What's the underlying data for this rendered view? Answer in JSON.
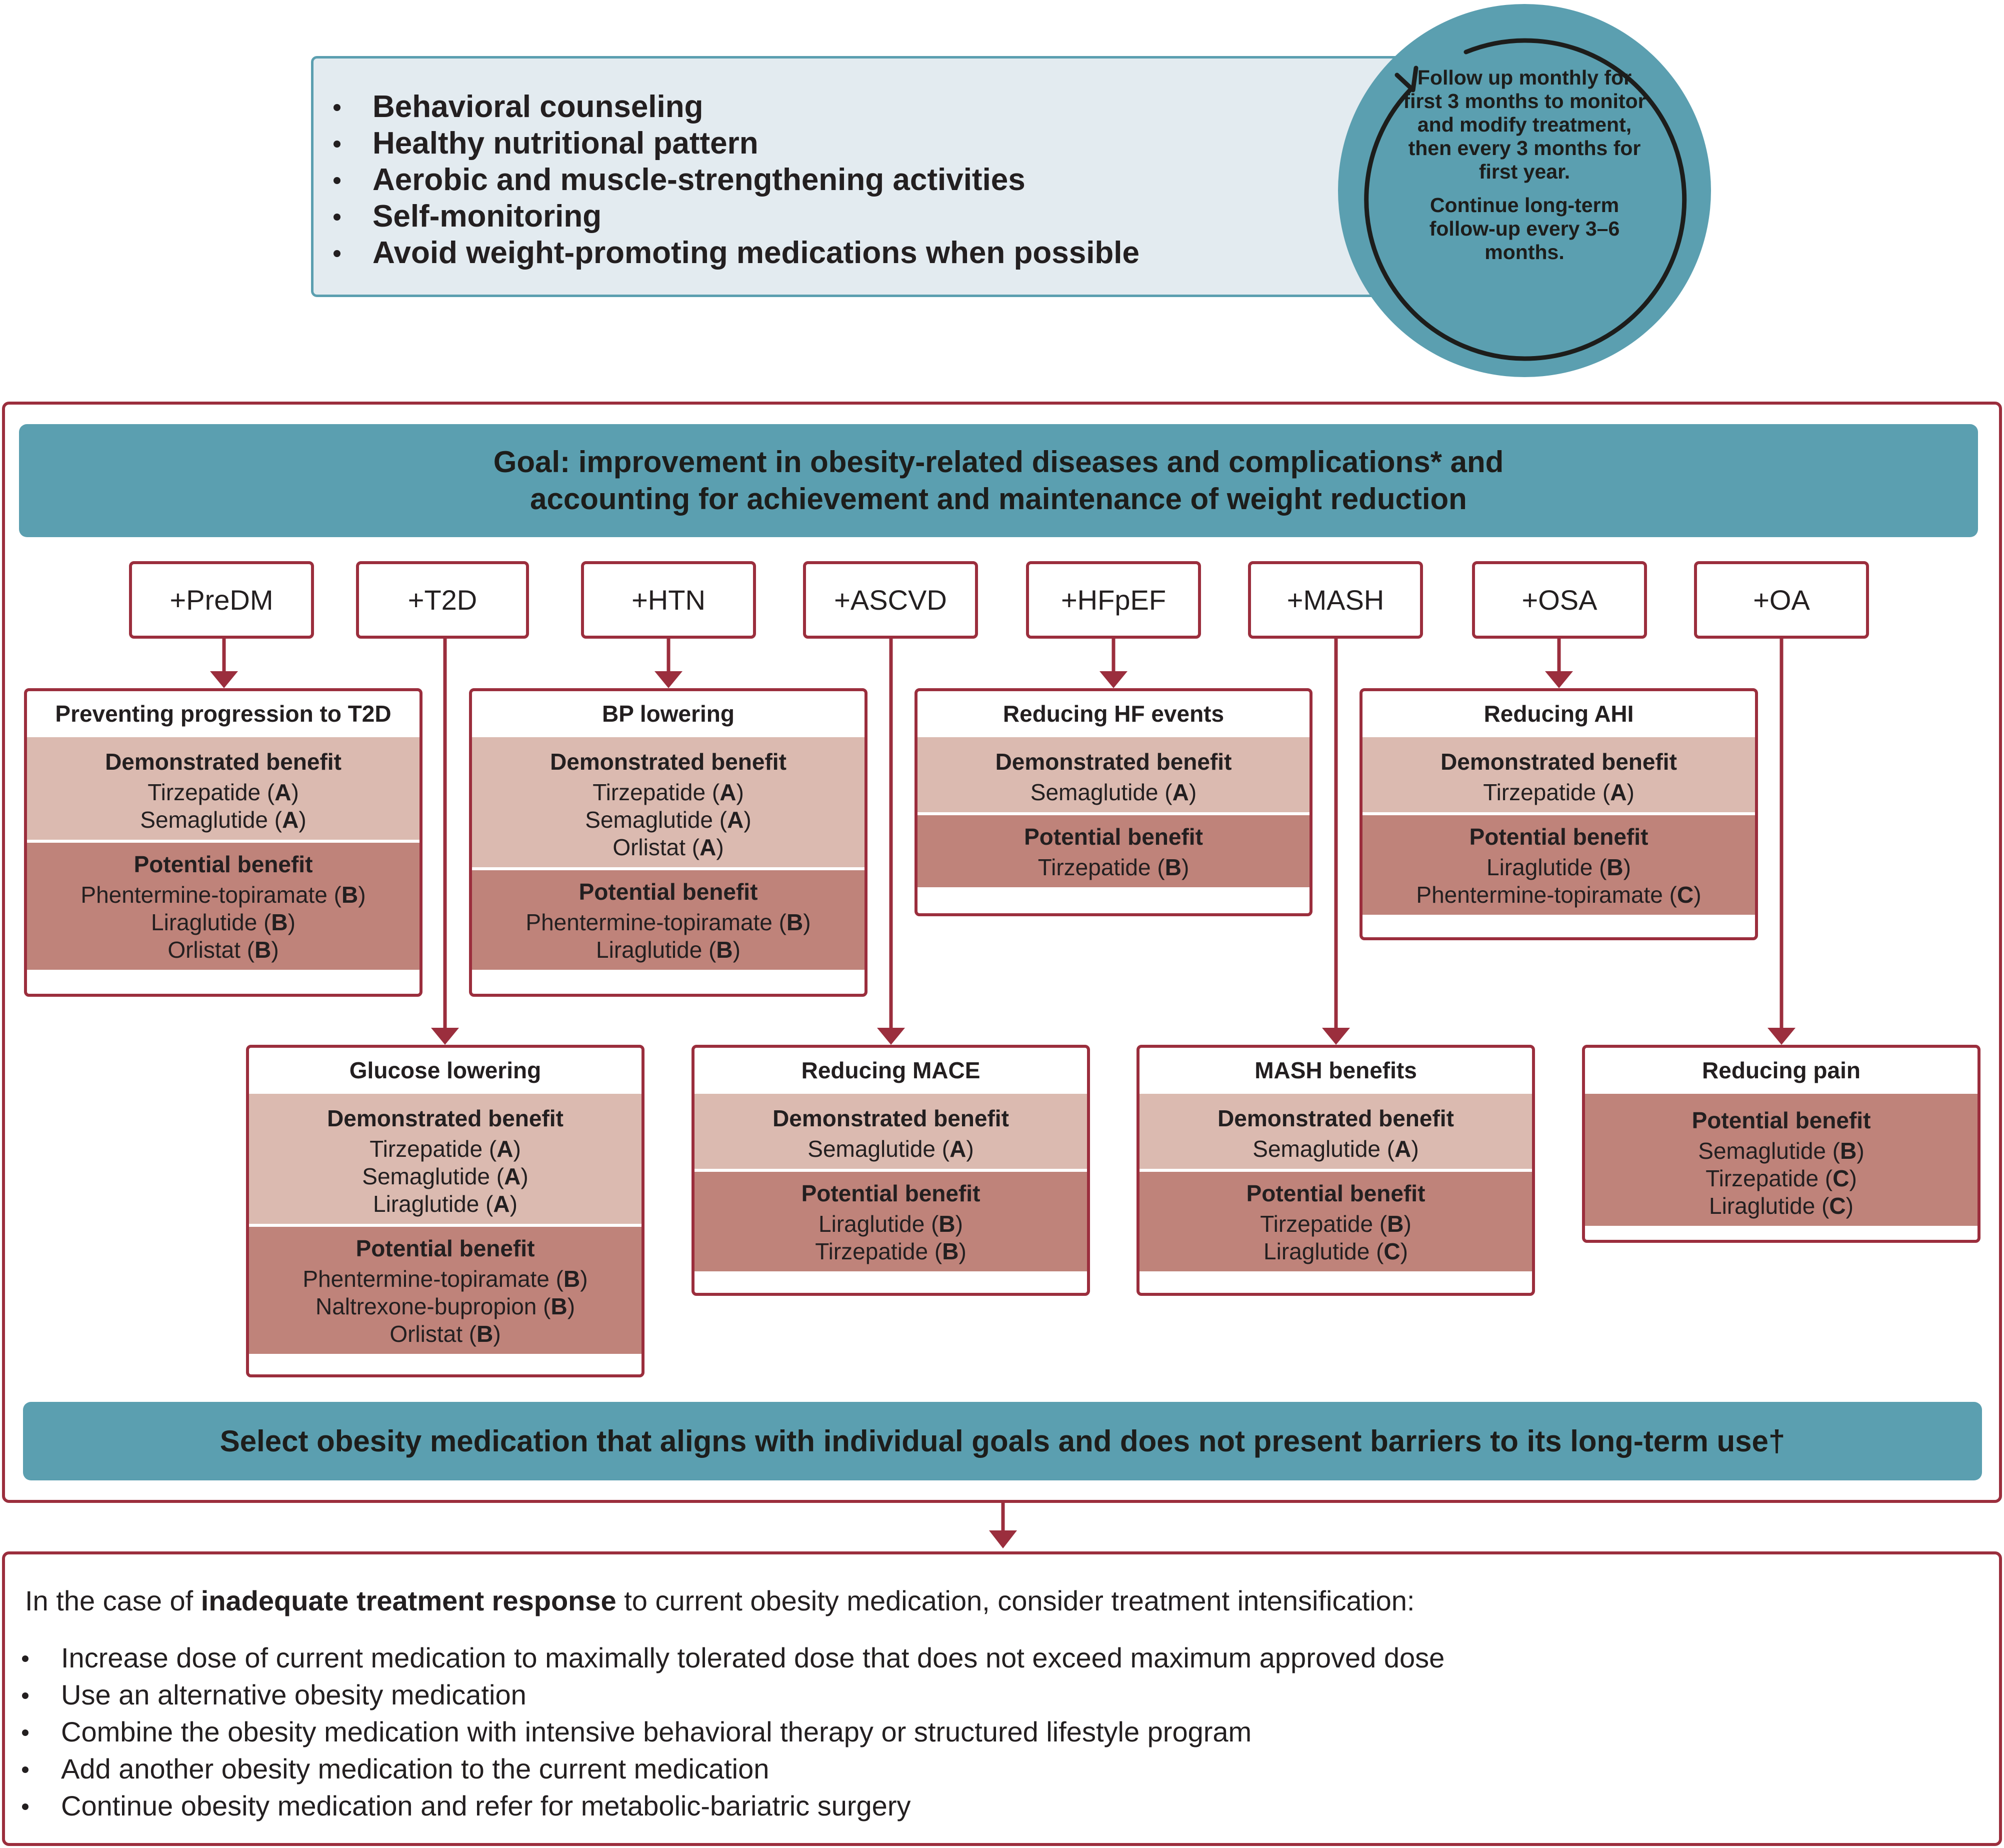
{
  "lifestyle": {
    "items": [
      "Behavioral counseling",
      "Healthy nutritional pattern",
      "Aerobic and muscle-strengthening activities",
      "Self-monitoring",
      "Avoid weight-promoting medications when possible"
    ]
  },
  "followup": {
    "line1": "Follow up monthly for first 3 months to monitor and modify treatment, then every 3 months for first year.",
    "line2": "Continue long-term follow-up every 3–6 months."
  },
  "goal": {
    "line1": "Goal: improvement in obesity-related diseases and complications* and",
    "line2": "accounting for achievement and maintenance of weight reduction"
  },
  "conditions": [
    "+PreDM",
    "+T2D",
    "+HTN",
    "+ASCVD",
    "+HFpEF",
    "+MASH",
    "+OSA",
    "+OA"
  ],
  "labels": {
    "demonstrated": "Demonstrated benefit",
    "potential": "Potential benefit"
  },
  "outcomes": {
    "predm": {
      "title": "Preventing progression to T2D",
      "demonstrated": [
        {
          "drug": "Tirzepatide",
          "grade": "A"
        },
        {
          "drug": "Semaglutide",
          "grade": "A"
        }
      ],
      "potential": [
        {
          "drug": "Phentermine-topiramate",
          "grade": "B"
        },
        {
          "drug": "Liraglutide",
          "grade": "B"
        },
        {
          "drug": "Orlistat",
          "grade": "B"
        }
      ]
    },
    "htn": {
      "title": "BP lowering",
      "demonstrated": [
        {
          "drug": "Tirzepatide",
          "grade": "A"
        },
        {
          "drug": "Semaglutide",
          "grade": "A"
        },
        {
          "drug": "Orlistat",
          "grade": "A"
        }
      ],
      "potential": [
        {
          "drug": "Phentermine-topiramate",
          "grade": "B"
        },
        {
          "drug": "Liraglutide",
          "grade": "B"
        }
      ]
    },
    "hfpef": {
      "title": "Reducing HF events",
      "demonstrated": [
        {
          "drug": "Semaglutide",
          "grade": "A"
        }
      ],
      "potential": [
        {
          "drug": "Tirzepatide",
          "grade": "B"
        }
      ]
    },
    "osa": {
      "title": "Reducing AHI",
      "demonstrated": [
        {
          "drug": "Tirzepatide",
          "grade": "A"
        }
      ],
      "potential": [
        {
          "drug": "Liraglutide",
          "grade": "B"
        },
        {
          "drug": "Phentermine-topiramate",
          "grade": "C"
        }
      ]
    },
    "t2d": {
      "title": "Glucose lowering",
      "demonstrated": [
        {
          "drug": "Tirzepatide",
          "grade": "A"
        },
        {
          "drug": "Semaglutide",
          "grade": "A"
        },
        {
          "drug": "Liraglutide",
          "grade": "A"
        }
      ],
      "potential": [
        {
          "drug": "Phentermine-topiramate",
          "grade": "B"
        },
        {
          "drug": "Naltrexone-bupropion",
          "grade": "B"
        },
        {
          "drug": "Orlistat",
          "grade": "B"
        }
      ]
    },
    "ascvd": {
      "title": "Reducing MACE",
      "demonstrated": [
        {
          "drug": "Semaglutide",
          "grade": "A"
        }
      ],
      "potential": [
        {
          "drug": "Liraglutide",
          "grade": "B"
        },
        {
          "drug": "Tirzepatide",
          "grade": "B"
        }
      ]
    },
    "mash": {
      "title": "MASH benefits",
      "demonstrated": [
        {
          "drug": "Semaglutide",
          "grade": "A"
        }
      ],
      "potential": [
        {
          "drug": "Tirzepatide",
          "grade": "B"
        },
        {
          "drug": "Liraglutide",
          "grade": "C"
        }
      ]
    },
    "oa": {
      "title": "Reducing pain",
      "demonstrated": [],
      "potential": [
        {
          "drug": "Semaglutide",
          "grade": "B"
        },
        {
          "drug": "Tirzepatide",
          "grade": "C"
        },
        {
          "drug": "Liraglutide",
          "grade": "C"
        }
      ]
    }
  },
  "select": "Select obesity medication that aligns with individual goals and does not present barriers to its long-term use†",
  "intensification": {
    "lead_pre": "In the case of ",
    "lead_bold": "inadequate treatment response",
    "lead_post": " to current obesity medication, consider treatment intensification:",
    "items": [
      "Increase dose of current medication to maximally tolerated dose that does not exceed maximum approved dose",
      "Use an alternative obesity medication",
      "Combine the obesity medication with intensive behavioral therapy or structured lifestyle program",
      "Add another obesity medication to the current medication",
      "Continue obesity medication and refer for metabolic-bariatric surgery"
    ]
  },
  "colors": {
    "teal": "#5b9fb0",
    "frame_red": "#9b2e3d",
    "demonstrated_bg": "#dbbab0",
    "potential_bg": "#bf837a",
    "lifestyle_bg": "#e3ebf0"
  }
}
